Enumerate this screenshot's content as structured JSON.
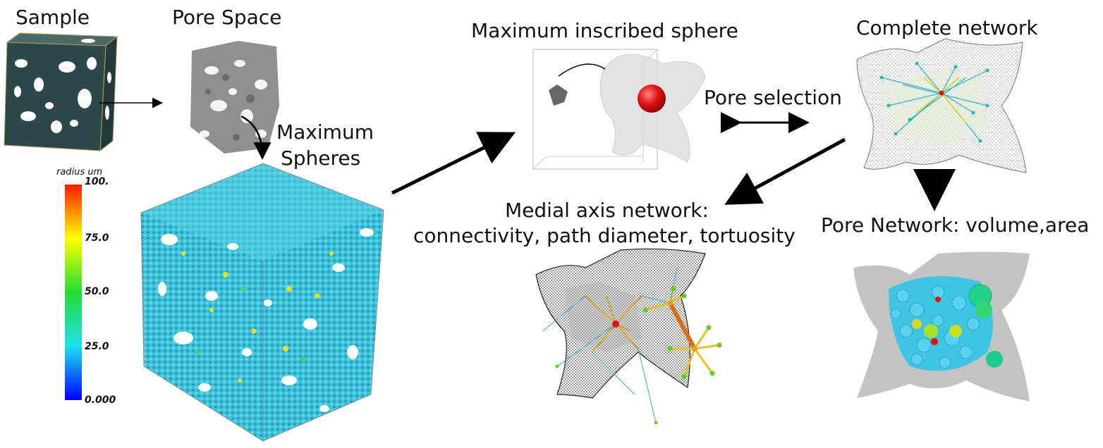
{
  "labels": {
    "sample": "Sample",
    "pore_space": "Pore Space",
    "maximum_spheres_1": "Maximum",
    "maximum_spheres_2": "Spheres",
    "max_inscribed": "Maximum inscribed sphere",
    "pore_selection": "Pore selection",
    "complete_network": "Complete network",
    "medial_1": "Medial axis network:",
    "medial_2": "connectivity, path diameter, tortuosity",
    "pore_network": "Pore Network: volume,area"
  },
  "colorbar": {
    "title": "radius um",
    "ticks": [
      "100.",
      "75.0",
      "50.0",
      "25.0",
      "0.000"
    ]
  },
  "colors": {
    "sample": "#2d4848",
    "pore": "#8a8a8a",
    "sphere_red": "#e01010",
    "cyan": "#3fc8e0",
    "mesh": "#3a3a3a"
  }
}
